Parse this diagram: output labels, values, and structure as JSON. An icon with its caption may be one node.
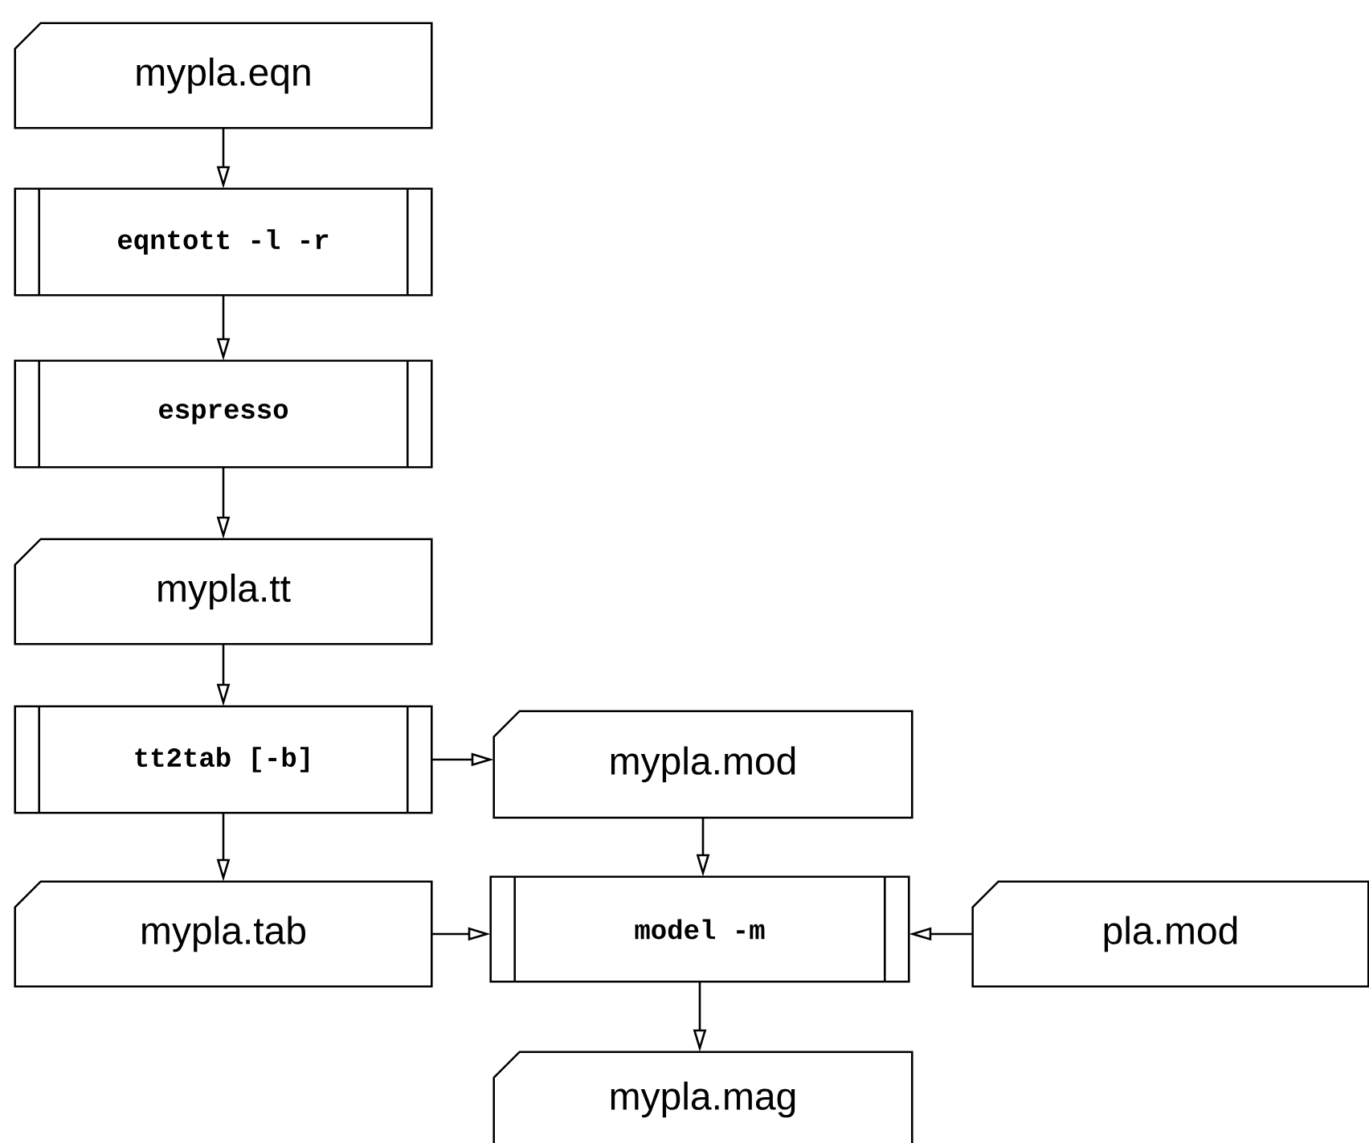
{
  "diagram": {
    "nodes": [
      {
        "text": [
          "mypla.eqn"
        ]
      },
      {
        "text": [
          "eqntott -l -r"
        ]
      },
      {
        "text": [
          "espresso"
        ]
      },
      {
        "text": [
          "mypla.tt"
        ]
      },
      {
        "text": [
          "tt2tab [-b]"
        ]
      },
      {
        "text": [
          "mypla.mod"
        ]
      },
      {
        "text": [
          "mypla.tab"
        ]
      },
      {
        "text": [
          "model -m"
        ]
      },
      {
        "text": [
          "pla.mod"
        ]
      },
      {
        "text": [
          "mypla.mag"
        ]
      }
    ],
    "edges": [
      {
        "from": 0,
        "to": 1,
        "arrow": "to"
      },
      {
        "from": 1,
        "to": 2,
        "arrow": "to"
      },
      {
        "from": 2,
        "to": 3,
        "arrow": "to"
      },
      {
        "from": 3,
        "to": 4,
        "arrow": "to"
      },
      {
        "from": 4,
        "to": 5,
        "arrow": "to"
      },
      {
        "from": 4,
        "to": 6,
        "arrow": "to"
      },
      {
        "from": 5,
        "to": 7,
        "arrow": "to"
      },
      {
        "from": 6,
        "to": 7,
        "arrow": "to"
      },
      {
        "from": 8,
        "to": 7,
        "arrow": "to"
      },
      {
        "from": 7,
        "to": 9,
        "arrow": "to"
      }
    ]
  }
}
